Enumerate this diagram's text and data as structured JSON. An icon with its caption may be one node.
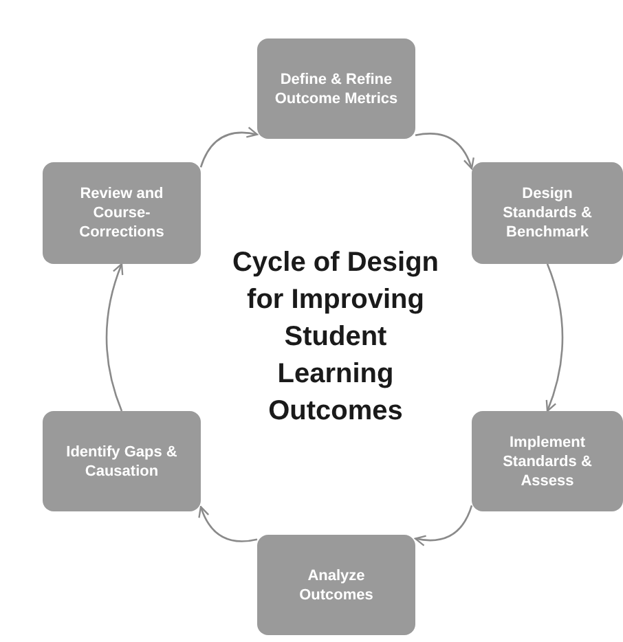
{
  "diagram": {
    "title": "Cycle of Design for Improving Student Learning Outcomes",
    "nodes": [
      {
        "text": [
          "Define & Refine Outcome Metrics"
        ]
      },
      {
        "text": [
          "Design Standards & Benchmark"
        ]
      },
      {
        "text": [
          "Implement Standards & Assess"
        ]
      },
      {
        "text": [
          "Analyze Outcomes"
        ]
      },
      {
        "text": [
          "Identify Gaps & Causation"
        ]
      },
      {
        "text": [
          "Review and Course-Corrections"
        ]
      }
    ],
    "edges": [
      {
        "from": 0,
        "to": 1,
        "arrow": "to"
      },
      {
        "from": 1,
        "to": 2,
        "arrow": "to"
      },
      {
        "from": 2,
        "to": 3,
        "arrow": "to"
      },
      {
        "from": 3,
        "to": 4,
        "arrow": "to"
      },
      {
        "from": 4,
        "to": 5,
        "arrow": "to"
      },
      {
        "from": 5,
        "to": 0,
        "arrow": "to"
      }
    ]
  }
}
